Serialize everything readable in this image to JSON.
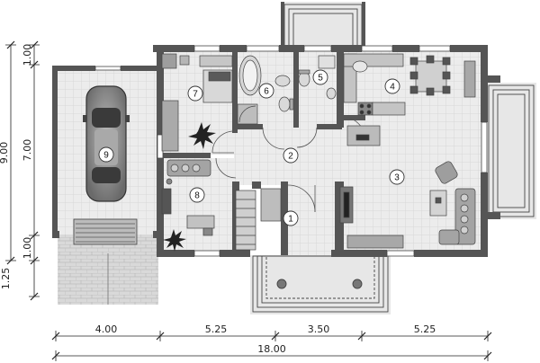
{
  "plan": {
    "rooms": [
      {
        "number": "1"
      },
      {
        "number": "2"
      },
      {
        "number": "3"
      },
      {
        "number": "4"
      },
      {
        "number": "5"
      },
      {
        "number": "6"
      },
      {
        "number": "7"
      },
      {
        "number": "8"
      },
      {
        "number": "9"
      }
    ],
    "dimensions": {
      "bottom": [
        "4.00",
        "5.25",
        "3.50",
        "5.25"
      ],
      "total": "18.00",
      "left_outer": "9.00",
      "left_inner": [
        "1.00",
        "7.00",
        "1.00",
        "1.25"
      ]
    }
  },
  "colors": {
    "wall": "#555555",
    "floor_tile": "#ececec",
    "tile_line": "#d2d2d2",
    "furniture": "#9a9a9a",
    "dim_line": "#222222"
  }
}
